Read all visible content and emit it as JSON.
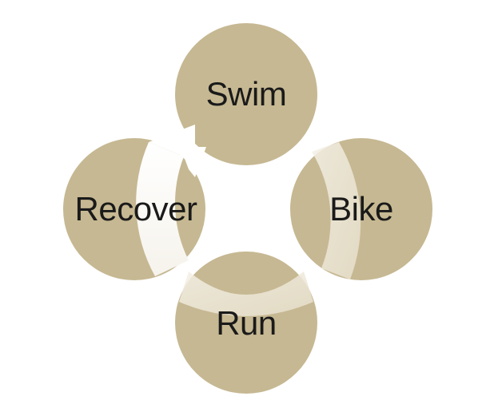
{
  "diagram": {
    "type": "cycle",
    "colors": {
      "circle": "#c6b892",
      "arrow_light": "#ffffff",
      "arrow_shade": "#ece6d6",
      "text": "#1a1a1a"
    },
    "nodes": [
      {
        "id": "swim",
        "label": "Swim"
      },
      {
        "id": "bike",
        "label": "Bike"
      },
      {
        "id": "run",
        "label": "Run"
      },
      {
        "id": "recover",
        "label": "Recover"
      }
    ]
  }
}
